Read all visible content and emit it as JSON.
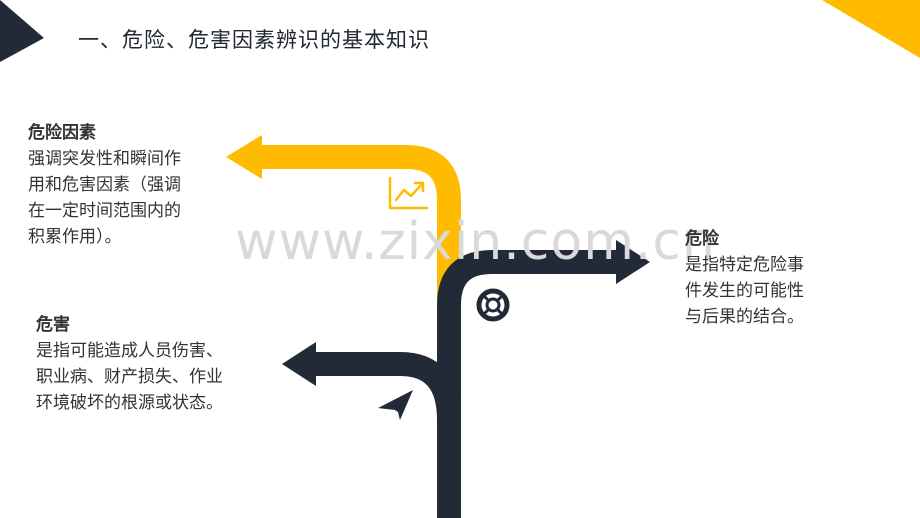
{
  "title": "一、危险、危害因素辨识的基本知识",
  "watermark": "www.zixin.com.cn",
  "factor": {
    "heading": "危险因素",
    "lines": [
      "强调突发性和瞬间作",
      "用和危害因素（强调",
      "在一定时间范围内的",
      "积累作用）。"
    ]
  },
  "danger": {
    "heading": "危险",
    "lines": [
      "是指特定危险事",
      "件发生的可能性",
      "与后果的结合。"
    ]
  },
  "harm": {
    "heading": "危害",
    "lines": [
      "是指可能造成人员伤害、",
      "职业病、财产损失、作业",
      "环境破坏的根源或状态。"
    ]
  },
  "colors": {
    "navy": "#222a37",
    "yellow": "#ffbb00"
  },
  "icons": [
    "chart-up-icon",
    "lifebuoy-icon",
    "paper-plane-icon"
  ]
}
